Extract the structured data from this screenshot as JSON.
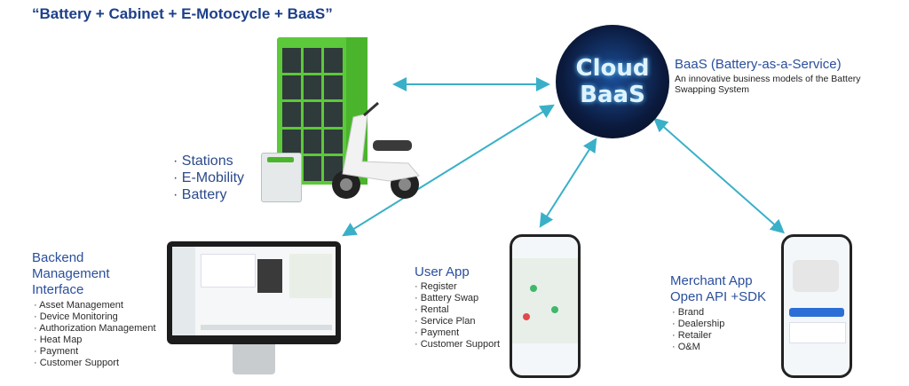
{
  "title": "“Battery + Cabinet + E-Motocycle + BaaS”",
  "cloud": {
    "line1": "Cloud",
    "line2": "BaaS"
  },
  "baas": {
    "heading": "BaaS (Battery-as-a-Service)",
    "desc_line1": "An innovative business models of the Battery",
    "desc_line2": "Swapping System"
  },
  "hardware": {
    "items": [
      "Stations",
      "E-Mobility",
      "Battery"
    ]
  },
  "backend": {
    "heading_line1": "Backend",
    "heading_line2": "Management",
    "heading_line3": "Interface",
    "items": [
      "Asset Management",
      "Device Monitoring",
      "Authorization Management",
      "Heat Map",
      "Payment",
      "Customer Support"
    ]
  },
  "user_app": {
    "heading": "User App",
    "items": [
      "Register",
      "Battery Swap",
      "Rental",
      "Service Plan",
      "Payment",
      "Customer Support"
    ]
  },
  "merchant_app": {
    "heading_line1": "Merchant App",
    "heading_line2": "Open API +SDK",
    "items": [
      "Brand",
      "Dealership",
      "Retailer",
      "O&M"
    ]
  },
  "colors": {
    "title": "#1d3f8a",
    "heading": "#2a4f9c",
    "arrow": "#39b0c8",
    "cabinet": "#5cc93a"
  },
  "icons": [
    "battery-cabinet-icon",
    "scooter-icon",
    "battery-pack-icon",
    "cloud-baas-icon",
    "monitor-icon",
    "phone-icon"
  ]
}
